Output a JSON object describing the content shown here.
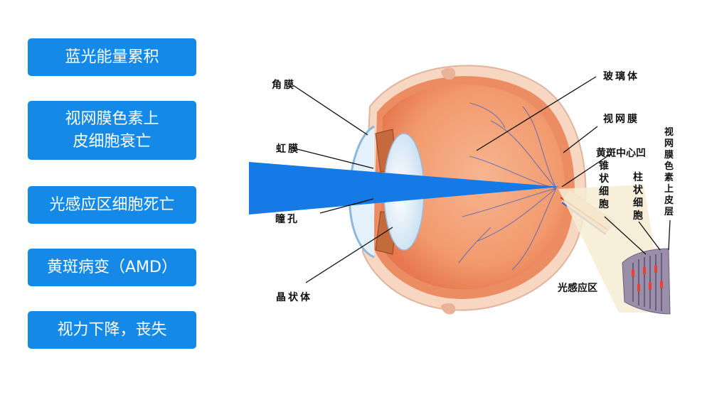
{
  "stages": [
    {
      "lines": [
        "蓝光能量累积"
      ]
    },
    {
      "lines": [
        "视网膜色素上",
        "皮细胞衰亡"
      ]
    },
    {
      "lines": [
        "光感应区细胞死亡"
      ]
    },
    {
      "lines": [
        "黄斑病变（AMD）"
      ]
    },
    {
      "lines": [
        "视力下降，丧失"
      ]
    }
  ],
  "labels": {
    "cornea": "角膜",
    "iris": "虹膜",
    "pupil": "瞳孔",
    "lens": "晶状体",
    "vitreous": "玻璃体",
    "retina": "视网膜",
    "fovea": "黄斑中心凹",
    "cone_cells": "锥状细胞",
    "rod_cells": "柱状细胞",
    "rpe": "视网膜色素上皮层",
    "photoreceptor_zone": "光感应区"
  },
  "colors": {
    "box_fill": "#1589e8",
    "beam": "#1579e6",
    "eye_interior": "#f29a6e",
    "sclera": "#f7d6c2"
  }
}
